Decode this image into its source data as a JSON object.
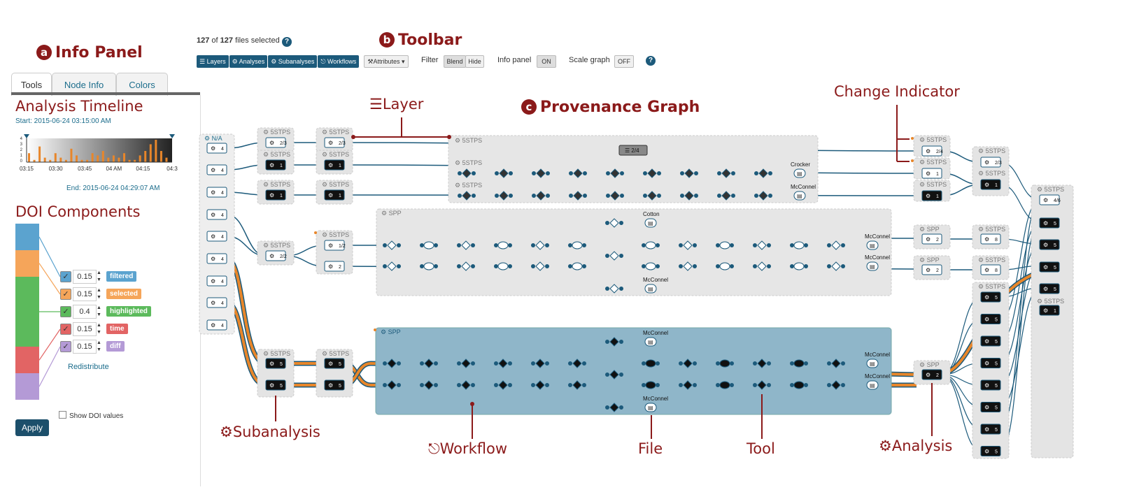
{
  "callouts": {
    "info_panel": {
      "letter": "a",
      "text": "Info Panel"
    },
    "toolbar": {
      "letter": "b",
      "text": "Toolbar"
    },
    "provenance_graph": {
      "letter": "c",
      "text": "Provenance Graph"
    },
    "layer": "Layer",
    "change_indicator": "Change Indicator",
    "subanalysis": "Subanalysis",
    "workflow": "Workflow",
    "file": "File",
    "tool": "Tool",
    "analysis": "Analysis"
  },
  "tabs": [
    "Tools",
    "Node Info",
    "Colors"
  ],
  "timeline": {
    "title": "Analysis Timeline",
    "start": "Start: 2015-06-24 03:15:00 AM",
    "end": "End: 2015-06-24 04:29:07 AM",
    "x_ticks": [
      "03:15",
      "03:30",
      "03:45",
      "04 AM",
      "04:15",
      "04:3"
    ],
    "y_ticks": [
      "4",
      "3",
      "2",
      "1",
      "0"
    ],
    "bars": [
      0.4,
      0.1,
      0.7,
      0.2,
      0.1,
      0.4,
      0.2,
      0.1,
      0.6,
      0.3,
      0.1,
      0.1,
      0.4,
      0.3,
      0.5,
      0.2,
      0.3,
      0.2,
      0.4,
      0.1,
      0.1,
      0.3,
      0.5,
      0.8,
      1.0,
      0.5,
      0.2
    ],
    "accent": "#e8862a"
  },
  "doi": {
    "title": "DOI Components",
    "components": [
      {
        "label": "filtered",
        "value": "0.15",
        "weight": 0.15,
        "color": "#5ba3cf"
      },
      {
        "label": "selected",
        "value": "0.15",
        "weight": 0.15,
        "color": "#f5a55a"
      },
      {
        "label": "highlighted",
        "value": "0.4",
        "weight": 0.4,
        "color": "#5cba5c"
      },
      {
        "label": "time",
        "value": "0.15",
        "weight": 0.15,
        "color": "#e26464"
      },
      {
        "label": "diff",
        "value": "0.15",
        "weight": 0.15,
        "color": "#b49ad6"
      }
    ],
    "redistribute": "Redistribute",
    "apply": "Apply",
    "show_values": "Show DOI values"
  },
  "toolbar": {
    "files_count": "127",
    "files_of": "of",
    "files_total": "127",
    "files_suffix": "files selected",
    "buttons": [
      "Layers",
      "Analyses",
      "Subanalyses",
      "Workflows"
    ],
    "attributes": "Attributes",
    "filter_label": "Filter",
    "filter_options": [
      "Blend",
      "Hide"
    ],
    "info_panel_label": "Info panel",
    "info_panel_state": "ON",
    "scale_graph_label": "Scale graph",
    "scale_graph_state": "OFF"
  },
  "graph": {
    "na_label": "N/A",
    "layer_label": "5STPS",
    "spp_label": "SPP",
    "node_counts": {
      "four": "4",
      "five": "5",
      "one": "1",
      "two": "2",
      "eight": "8"
    },
    "ratios": [
      "2/3",
      "2/4",
      "2/2",
      "1/2",
      "4/6"
    ],
    "file_labels": [
      "Crocker",
      "McConnel",
      "Cotton",
      "McConnel",
      "McConnel",
      "McConnel",
      "McConnel",
      "McConnel",
      "McConnel",
      "McConnel"
    ],
    "colors": {
      "edge": "#1c5a7b",
      "highlight": "#e8862a",
      "workflow_bg": "#8fb6c9",
      "group_bg": "#e4e4e4"
    }
  }
}
